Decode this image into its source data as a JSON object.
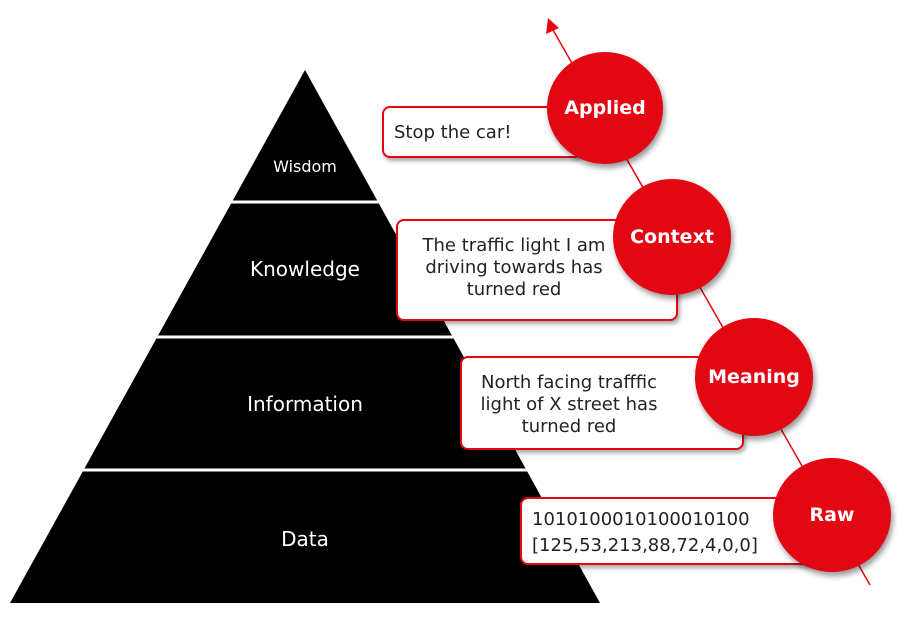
{
  "colors": {
    "pyramid": "#000000",
    "accent": "#e30613",
    "tier_divider": "#ffffff"
  },
  "pyramid": {
    "tiers": [
      {
        "label": "Wisdom"
      },
      {
        "label": "Knowledge"
      },
      {
        "label": "Information"
      },
      {
        "label": "Data"
      }
    ]
  },
  "stages": [
    {
      "label": "Applied",
      "example": "Stop the car!"
    },
    {
      "label": "Context",
      "example": "The traffic light I am driving towards has turned red"
    },
    {
      "label": "Meaning",
      "example": "North facing trafffic light of X street has turned red"
    },
    {
      "label": "Raw",
      "example_lines": [
        "1010100010100010100",
        "[125,53,213,88,72,4,0,0]"
      ]
    }
  ]
}
